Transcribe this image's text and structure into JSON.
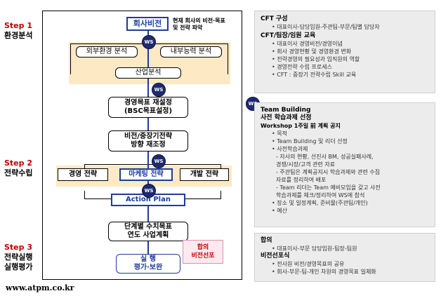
{
  "steps": [
    {
      "label": "Step 1",
      "sub": [
        "환경분석"
      ]
    },
    {
      "label": "Step 2",
      "sub": [
        "전략수립"
      ]
    },
    {
      "label": "Step 3",
      "sub": [
        "전략실행",
        "실행평가"
      ]
    }
  ],
  "flow": {
    "top_box": "회사비전",
    "top_note": [
      "현재 회사의 비전·목표",
      "및 전략 파악"
    ],
    "external": "외부환경 분석",
    "internal": "내부능력 분석",
    "industry": "산업분석",
    "goal": [
      "경영목표 재설정",
      "(BSC목표설정)"
    ],
    "vision": [
      "비전/중장기전략",
      "방향 재조정"
    ],
    "strategy1": "경영 전략",
    "strategy2": "마케팅 전략",
    "strategy3": "개발 전략",
    "action": "Action Plan",
    "plan": [
      "단계별 수치목표",
      "연도 사업계획"
    ],
    "execute": [
      "실 행",
      "평가·보완"
    ],
    "consensus": [
      "합의",
      "비전선포"
    ],
    "ws": "WS"
  },
  "footer": "www.atpm.co.kr",
  "panels": {
    "p1": {
      "h1": "CFT 구성",
      "i1": [
        "• 대표이사-담당임원-주관팀-부문/팀별 담당자"
      ],
      "h2": "CFT/팀장/임원 교육",
      "i2": [
        "• 대표이사 경영비전/경영이념",
        "• 회사 경영현황 및 경영환경 변화",
        "• 전략경영의 필요성과 임직원의 역할",
        "• 경영전략 수립 프로세스",
        "• CFT : 중장기 전략수립 Skill 교육"
      ]
    },
    "p2": {
      "h1": "Team Building",
      "h2": "사전 학습과제 선정",
      "h3": "Workshop 1주일 前 계획 공지",
      "items": [
        "• 목적",
        "• Team Building 및  리더 선정",
        "• 사전학습과제"
      ],
      "subs": [
        "- 자사의 현황, 선진사 BM, 성공실패사례,",
        "  경쟁/시장/고객 관련 자료",
        "- 주관팀은 계획공지시 학습과제와 관련 수집",
        "  자료를 정리하여 배포",
        "- Team 리더는 Team 예비모임을 갖고 사전",
        "  학습과제를 체크/정리하여 WS에 참석"
      ],
      "items2": [
        "• 장소 및 일정계획, 준비물(주관팀/개인)",
        "• 예산"
      ]
    },
    "p3": {
      "h1": "합의",
      "i1": [
        "• 대표이사-부문 담당임원-팀장-팀원"
      ],
      "h2": "비전선포식",
      "i2": [
        "• 전사원 비전/경영목표의 공유",
        "• 회사-부문-팀-개인 차원의 경영목표 일체화"
      ]
    }
  }
}
